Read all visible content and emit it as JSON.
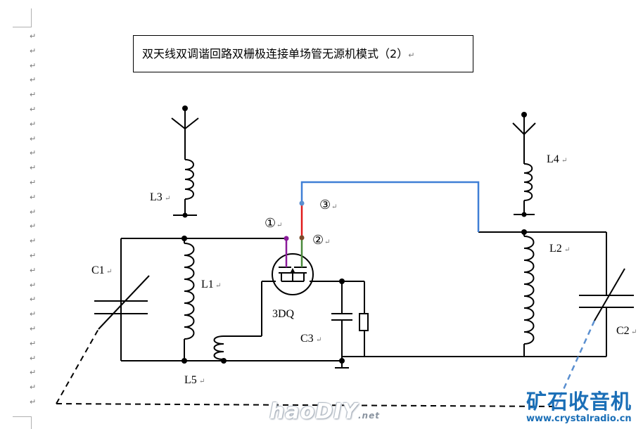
{
  "title": "双天线双调谐回路双栅极连接单场管无源机模式（2）",
  "paragraph_mark": "↵",
  "labels": {
    "l3": "L3",
    "l1": "L1",
    "c1": "C1",
    "l5": "L5",
    "dq": "3DQ",
    "c3": "C3",
    "l4": "L4",
    "l2": "L2",
    "c2": "C2",
    "n1": "①",
    "n2": "②",
    "n3": "③"
  },
  "watermarks": {
    "haodiy": "haoDIY",
    "haodiy_net": ".net",
    "logo": "矿石收音机",
    "url": "www.crystalradio.cn"
  },
  "colors": {
    "wire": "#000000",
    "blue": "#3f7fd6",
    "red": "#e01b1b",
    "green": "#4a8a3c",
    "purple": "#8a1a9a",
    "dash_blue": "#5a8fd0",
    "brand": "#1b6fb7"
  }
}
